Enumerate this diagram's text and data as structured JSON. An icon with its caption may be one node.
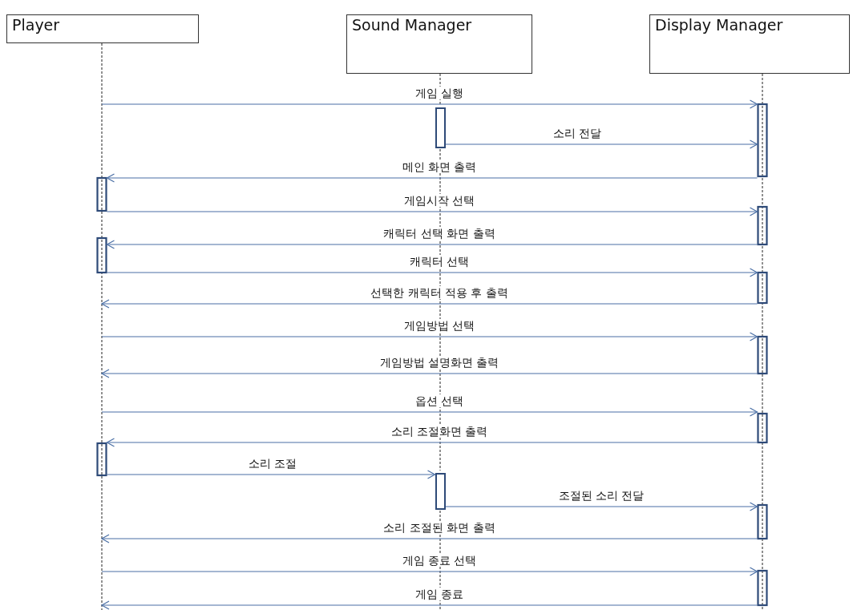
{
  "diagram": {
    "nodes": [
      {
        "text": [
          "Player"
        ]
      },
      {
        "text": [
          "Sound Manager"
        ]
      },
      {
        "text": [
          "Display Manager"
        ]
      },
      {
        "text": [],
        "shape": "bar"
      },
      {
        "text": [],
        "shape": "bar"
      }
    ],
    "edges": [
      {
        "from": 0,
        "to": 2,
        "arrow": "to",
        "label": "게임 실행"
      },
      {
        "from": 3,
        "to": 2,
        "arrow": "to",
        "label": "소리 전달"
      },
      {
        "from": 2,
        "to": 0,
        "arrow": "to",
        "label": "메인 화면 출력"
      },
      {
        "from": 0,
        "to": 2,
        "arrow": "to",
        "label": "게임시작 선택"
      },
      {
        "from": 2,
        "to": 0,
        "arrow": "to",
        "label": "캐릭터 선택 화면 출력"
      },
      {
        "from": 0,
        "to": 2,
        "arrow": "to",
        "label": "캐릭터 선택"
      },
      {
        "from": 2,
        "to": 0,
        "arrow": "to",
        "label": "선택한 캐릭터 적용 후 출력"
      },
      {
        "from": 0,
        "to": 2,
        "arrow": "to",
        "label": "게임방법 선택"
      },
      {
        "from": 2,
        "to": 0,
        "arrow": "to",
        "label": "게임방법 설명화면 출력"
      },
      {
        "from": 0,
        "to": 2,
        "arrow": "to",
        "label": "옵션 선택"
      },
      {
        "from": 2,
        "to": 0,
        "arrow": "to",
        "label": "소리 조절화면 출력"
      },
      {
        "from": 0,
        "to": 4,
        "arrow": "to",
        "label": "소리 조절"
      },
      {
        "from": 4,
        "to": 2,
        "arrow": "to",
        "label": "조절된 소리 전달"
      },
      {
        "from": 2,
        "to": 0,
        "arrow": "to",
        "label": "소리 조절된 화면 출력"
      },
      {
        "from": 0,
        "to": 2,
        "arrow": "to",
        "label": "게임 종료 선택"
      },
      {
        "from": 2,
        "to": 0,
        "arrow": "to",
        "label": "게임 종료"
      }
    ]
  }
}
